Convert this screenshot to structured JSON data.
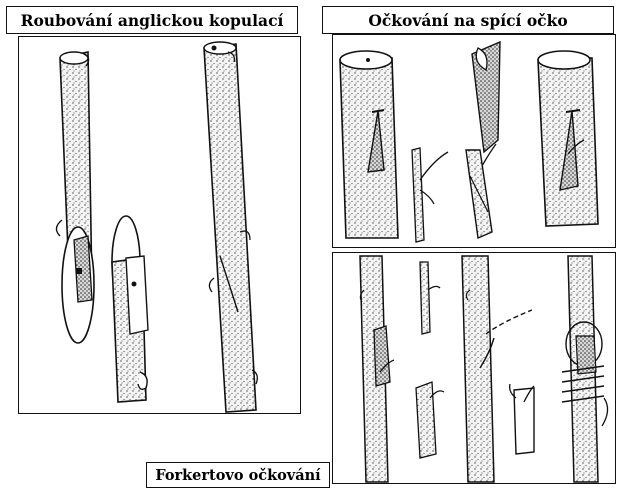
{
  "labels": {
    "grafting_title": "Roubování anglickou kopulací",
    "budding_title": "Očkování na spící očko",
    "forkert_title": "Forkertovo očkování"
  },
  "panels": [
    {
      "id": "english-copulation",
      "caption": "Roubování anglickou kopulací"
    },
    {
      "id": "dormant-bud-budding",
      "caption": "Očkování na spící očko"
    },
    {
      "id": "forkert-budding",
      "caption": "Forkertovo očkování"
    }
  ]
}
